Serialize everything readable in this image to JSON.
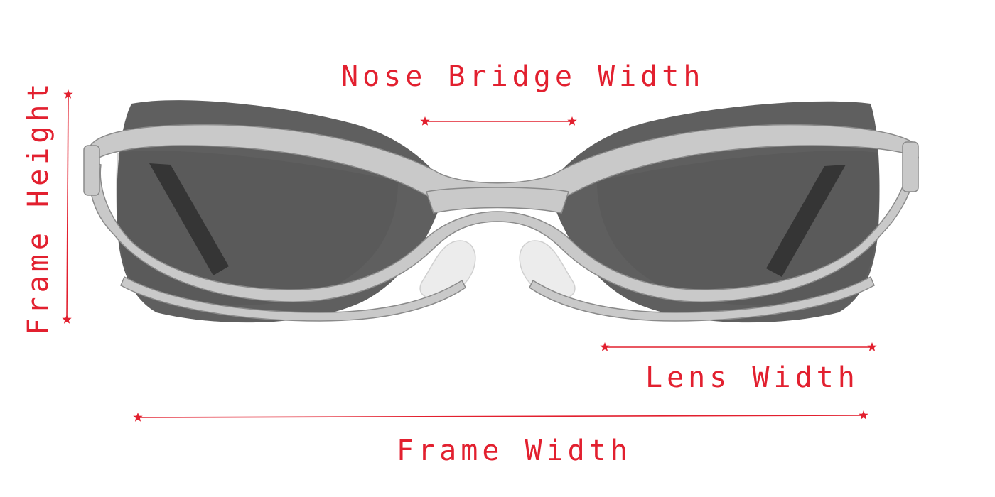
{
  "colors": {
    "accent": "#e2202f",
    "lens": "#5f5f5f",
    "lens_dark": "#4a4a4a",
    "frame": "#c9c9c9",
    "frame_edge": "#8a8a8a",
    "temple": "#2f2f2f",
    "nose_pad": "#ececec"
  },
  "labels": {
    "nose_bridge": "Nose Bridge Width",
    "frame_height": "Frame Height",
    "lens_width": "Lens Width",
    "frame_width": "Frame Width"
  },
  "icons": {
    "measure_end": "star-icon"
  }
}
